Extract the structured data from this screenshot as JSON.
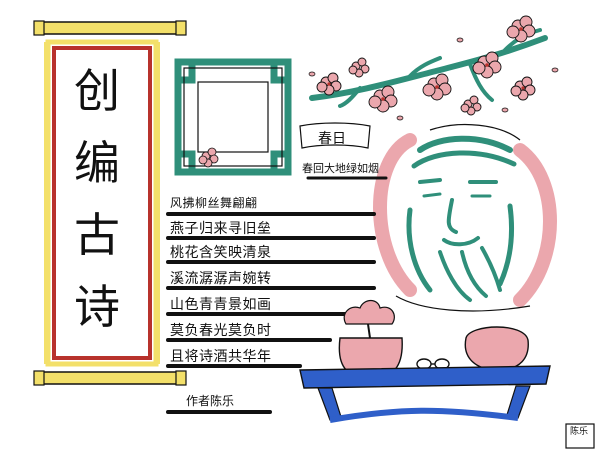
{
  "title": {
    "chars": [
      "创",
      "编",
      "古",
      "诗"
    ]
  },
  "poem": {
    "heading": "春日",
    "subtitle": "春回大地绿如烟",
    "lines": [
      "风拂柳丝舞翩翩",
      "燕子归来寻旧垒",
      "桃花含笑映清泉",
      "溪流潺潺声婉转",
      "山色青青景如画",
      "莫负春光莫负时",
      "且将诗酒共华年"
    ],
    "author": "作者陈乐"
  },
  "signature": {
    "text": "陈乐"
  },
  "colors": {
    "yellow": "#f3e06a",
    "red": "#b8322c",
    "teal": "#2f8f7a",
    "pink": "#eba7ad",
    "blue": "#2f5fc9",
    "ink": "#111111"
  }
}
